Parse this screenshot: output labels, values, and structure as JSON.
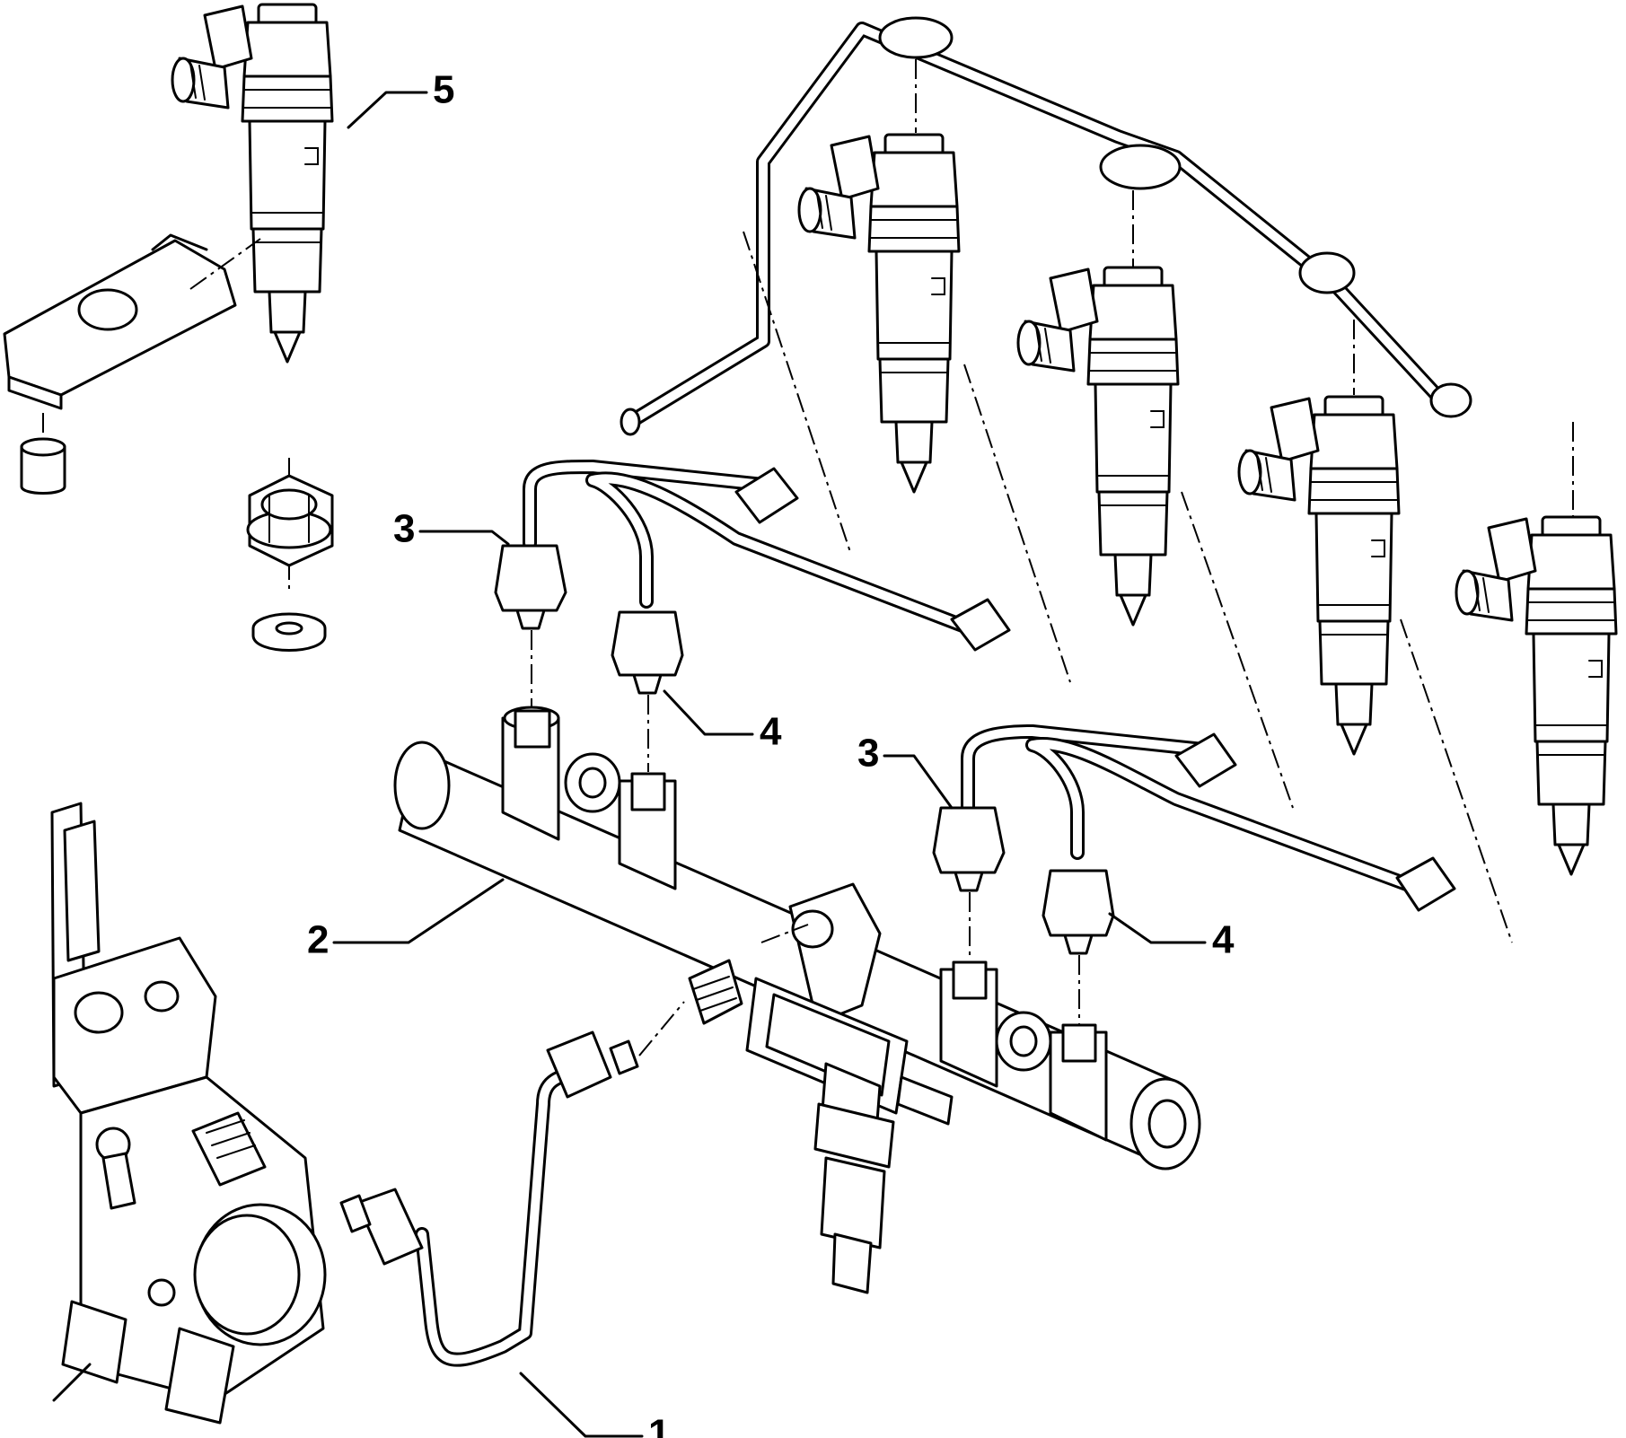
{
  "callouts": [
    {
      "id": "1",
      "label": "1"
    },
    {
      "id": "2",
      "label": "2"
    },
    {
      "id": "3a",
      "label": "3"
    },
    {
      "id": "3b",
      "label": "3"
    },
    {
      "id": "4a",
      "label": "4"
    },
    {
      "id": "4b",
      "label": "4"
    },
    {
      "id": "5",
      "label": "5"
    }
  ]
}
